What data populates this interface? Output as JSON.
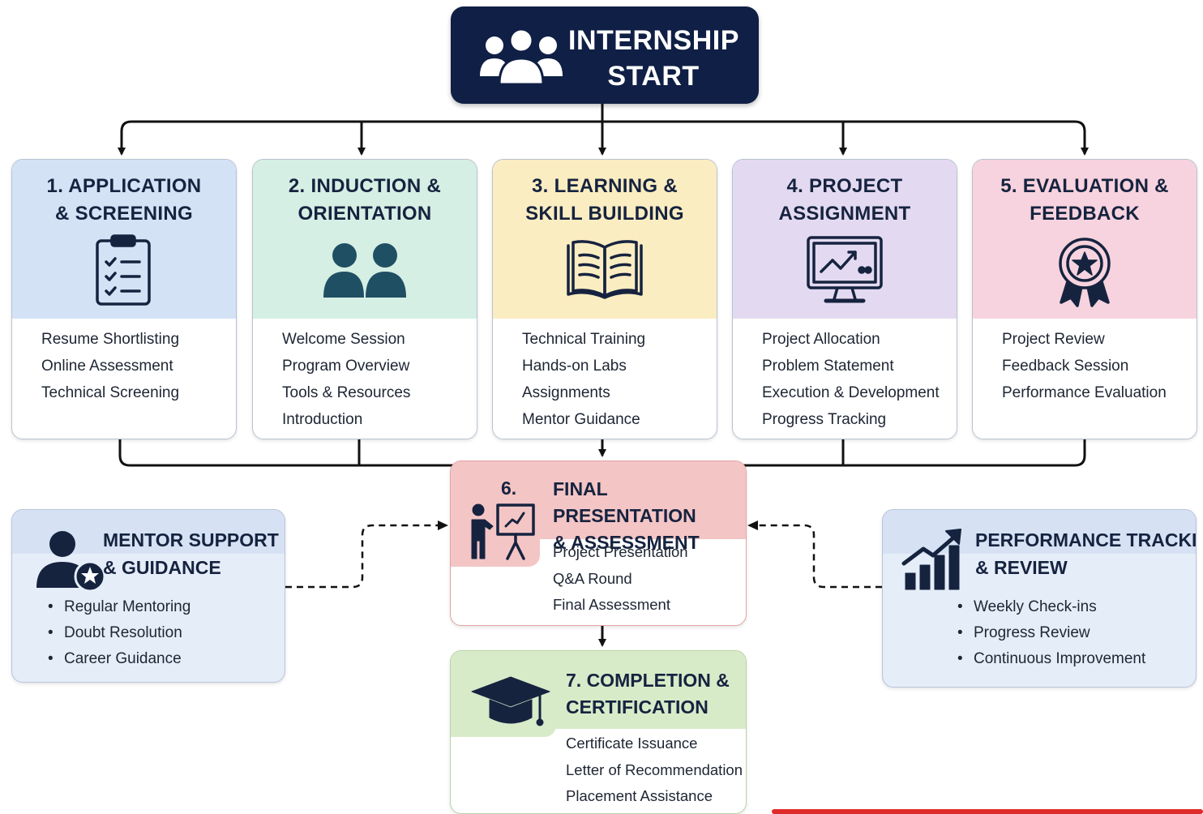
{
  "start": {
    "line1": "INTERNSHIP",
    "line2": "START",
    "icon": "group-people-icon"
  },
  "stages": [
    {
      "line1": "1. APPLICATION",
      "line2": "& SCREENING",
      "icon": "clipboard-checklist-icon",
      "color": "#d4e2f6",
      "items": [
        "Resume Shortlisting",
        "Online Assessment",
        "Technical Screening"
      ]
    },
    {
      "line1": "2. INDUCTION &",
      "line2": "ORIENTATION",
      "icon": "two-people-icon",
      "color": "#d5efe4",
      "items": [
        "Welcome Session",
        "Program Overview",
        "Tools & Resources",
        "Introduction"
      ]
    },
    {
      "line1": "3. LEARNING &",
      "line2": "SKILL BUILDING",
      "icon": "open-book-icon",
      "color": "#fbedc2",
      "items": [
        "Technical Training",
        "Hands-on Labs",
        "Assignments",
        "Mentor Guidance"
      ]
    },
    {
      "line1": "4. PROJECT",
      "line2": "ASSIGNMENT",
      "icon": "monitor-chart-icon",
      "color": "#e3daf1",
      "items": [
        "Project Allocation",
        "Problem Statement",
        "Execution & Development",
        "Progress Tracking"
      ]
    },
    {
      "line1": "5. EVALUATION &",
      "line2": "FEEDBACK",
      "icon": "award-ribbon-icon",
      "color": "#f6d3de",
      "items": [
        "Project Review",
        "Feedback Session",
        "Performance Evaluation"
      ]
    }
  ],
  "final": {
    "number": "6.",
    "line1": "FINAL PRESENTATION",
    "line2": "& ASSESSMENT",
    "icon": "presenter-board-icon",
    "color": "#f4c5c5",
    "items": [
      "Project Presentation",
      "Q&A Round",
      "Final Assessment"
    ]
  },
  "completion": {
    "line1": "7. COMPLETION &",
    "line2": "CERTIFICATION",
    "icon": "graduation-cap-icon",
    "color": "#d8ebc9",
    "items": [
      "Certificate Issuance",
      "Letter of Recommendation",
      "Placement Assistance"
    ]
  },
  "mentor": {
    "line1": "MENTOR SUPPORT",
    "line2": "& GUIDANCE",
    "icon": "user-star-icon",
    "items": [
      "Regular Mentoring",
      "Doubt Resolution",
      "Career Guidance"
    ]
  },
  "performance": {
    "line1": "PERFORMANCE TRACKING",
    "line2": "& REVIEW",
    "icon": "growth-chart-icon",
    "items": [
      "Weekly Check-ins",
      "Progress Review",
      "Continuous Improvement"
    ]
  },
  "colors": {
    "navy": "#0f1f45",
    "dark_teal": "#1f4f63",
    "accent_red": "#e02b2b",
    "connector": "#111111"
  }
}
